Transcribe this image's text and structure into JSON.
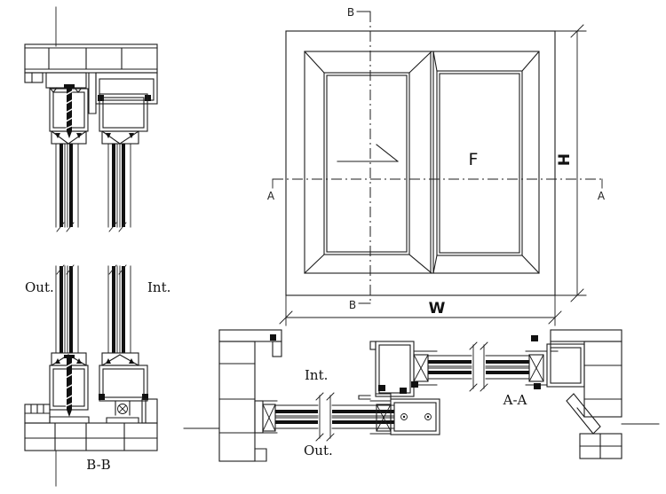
{
  "labels": {
    "section_bb": {
      "outside": "Out.",
      "inside": "Int.",
      "caption": "B-B"
    },
    "elevation": {
      "section_b_top": "B",
      "section_b_bottom": "B",
      "section_a_left": "A",
      "section_a_right": "A",
      "fixed_panel": "F",
      "width": "W",
      "height": "H"
    },
    "section_aa": {
      "inside": "Int.",
      "outside": "Out.",
      "caption": "A-A"
    }
  },
  "colors": {
    "background": "#ffffff",
    "line": "#1d1d1d",
    "solid_fill": "#111111"
  }
}
